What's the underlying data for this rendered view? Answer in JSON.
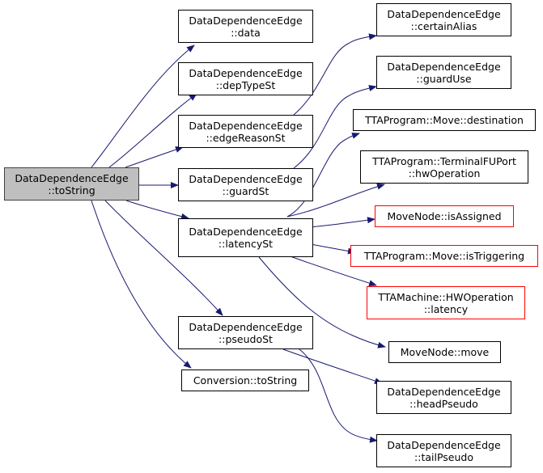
{
  "colors": {
    "edge": "#191970",
    "root_fill": "#bfbfbf",
    "root_border": "#404040",
    "node_border": "#000000",
    "red_border": "#ff0000"
  },
  "nodes": {
    "root": [
      "DataDependenceEdge",
      "::toString"
    ],
    "data": [
      "DataDependenceEdge",
      "::data"
    ],
    "depTypeSt": [
      "DataDependenceEdge",
      "::depTypeSt"
    ],
    "edgeReasonSt": [
      "DataDependenceEdge",
      "::edgeReasonSt"
    ],
    "guardSt": [
      "DataDependenceEdge",
      "::guardSt"
    ],
    "latencySt": [
      "DataDependenceEdge",
      "::latencySt"
    ],
    "pseudoSt": [
      "DataDependenceEdge",
      "::pseudoSt"
    ],
    "convToString": [
      "Conversion::toString"
    ],
    "certainAlias": [
      "DataDependenceEdge",
      "::certainAlias"
    ],
    "guardUse": [
      "DataDependenceEdge",
      "::guardUse"
    ],
    "destination": [
      "TTAProgram::Move::destination"
    ],
    "hwOperation": [
      "TTAProgram::TerminalFUPort",
      "::hwOperation"
    ],
    "isAssigned": [
      "MoveNode::isAssigned"
    ],
    "isTriggering": [
      "TTAProgram::Move::isTriggering"
    ],
    "hwLatency": [
      "TTAMachine::HWOperation",
      "::latency"
    ],
    "move": [
      "MoveNode::move"
    ],
    "headPseudo": [
      "DataDependenceEdge",
      "::headPseudo"
    ],
    "tailPseudo": [
      "DataDependenceEdge",
      "::tailPseudo"
    ]
  }
}
